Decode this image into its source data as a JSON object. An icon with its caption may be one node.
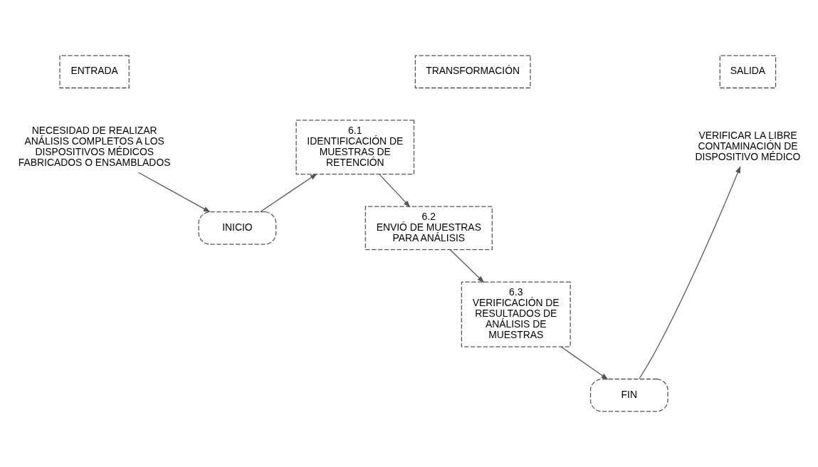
{
  "diagram": {
    "nodes": [
      {
        "text": [
          "ENTRADA"
        ]
      },
      {
        "text": [
          "TRANSFORMACIÓN"
        ]
      },
      {
        "text": [
          "SALIDA"
        ]
      },
      {
        "text": [
          "NECESIDAD DE REALIZAR ANÁLISIS COMPLETOS A LOS DISPOSITIVOS MÉDICOS FABRICADOS O ENSAMBLADOS"
        ]
      },
      {
        "text": [
          "INICIO"
        ]
      },
      {
        "text": [
          "6.1",
          "IDENTIFICACIÓN DE MUESTRAS DE RETENCIÓN"
        ]
      },
      {
        "text": [
          "6.2",
          "ENVIÓ DE MUESTRAS PARA ANÁLISIS"
        ]
      },
      {
        "text": [
          "6.3",
          "VERIFICACIÓN DE RESULTADOS DE ANÁLISIS DE MUESTRAS"
        ]
      },
      {
        "text": [
          "FIN"
        ]
      },
      {
        "text": [
          "VERIFICAR LA LIBRE CONTAMINACIÓN DE DISPOSITIVO MÉDICO"
        ]
      }
    ],
    "edges": [
      {
        "from": 3,
        "to": 4,
        "arrow": "to"
      },
      {
        "from": 4,
        "to": 5,
        "arrow": "to"
      },
      {
        "from": 5,
        "to": 6,
        "arrow": "to"
      },
      {
        "from": 6,
        "to": 7,
        "arrow": "to"
      },
      {
        "from": 7,
        "to": 8,
        "arrow": "to"
      },
      {
        "from": 8,
        "to": 9,
        "arrow": "to"
      }
    ]
  }
}
